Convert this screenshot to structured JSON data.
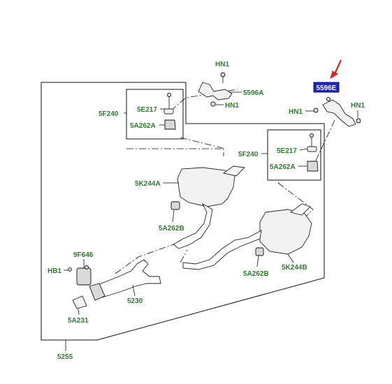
{
  "labels": {
    "hn1_top": "HN1",
    "p5596a": "5596A",
    "hn1_mid": "HN1",
    "p5596e": "5596E",
    "hn1_left": "HN1",
    "hn1_right": "HN1",
    "p5f240_left": "5F240",
    "p5e217_left": "5E217",
    "p5a262a_left": "5A262A",
    "p5f240_right": "5F240",
    "p5e217_right": "5E217",
    "p5a262a_right": "5A262A",
    "p5k244a": "5K244A",
    "p5a262b_left": "5A262B",
    "p9f646": "9F646",
    "hb1": "HB1",
    "p5a262b_right": "5A262B",
    "p5k244b": "5K244B",
    "p5230": "5230",
    "p5a231": "5A231",
    "p5255": "5255"
  },
  "highlight": {
    "target": "5596E",
    "box_color": "#1d24c9",
    "arrow_color": "#e0201b"
  },
  "colors": {
    "callout_text": "#2e7d2e",
    "line": "#111111"
  }
}
